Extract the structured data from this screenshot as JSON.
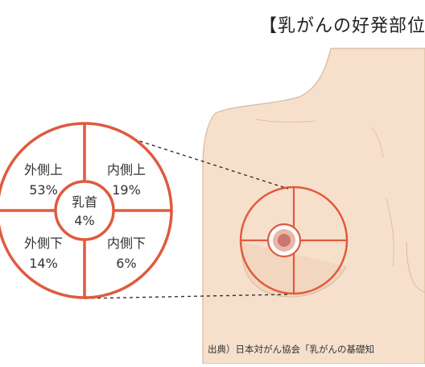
{
  "title": "【乳がんの好発部位",
  "source": "出典）日本対がん協会「乳がんの基礎知",
  "diagram": {
    "quadrants": {
      "upper_outer": {
        "label": "外側上",
        "value": "53%"
      },
      "upper_inner": {
        "label": "内側上",
        "value": "19%"
      },
      "lower_outer": {
        "label": "外側下",
        "value": "14%"
      },
      "lower_inner": {
        "label": "内側下",
        "value": "6%"
      }
    },
    "center": {
      "label": "乳首",
      "value": "4%"
    }
  },
  "colors": {
    "accent": "#e05a3e",
    "skin": "#f6e0cc",
    "skin_outline": "#d9b79b",
    "nipple": "#c9776f",
    "areola": "#eab7a6"
  }
}
